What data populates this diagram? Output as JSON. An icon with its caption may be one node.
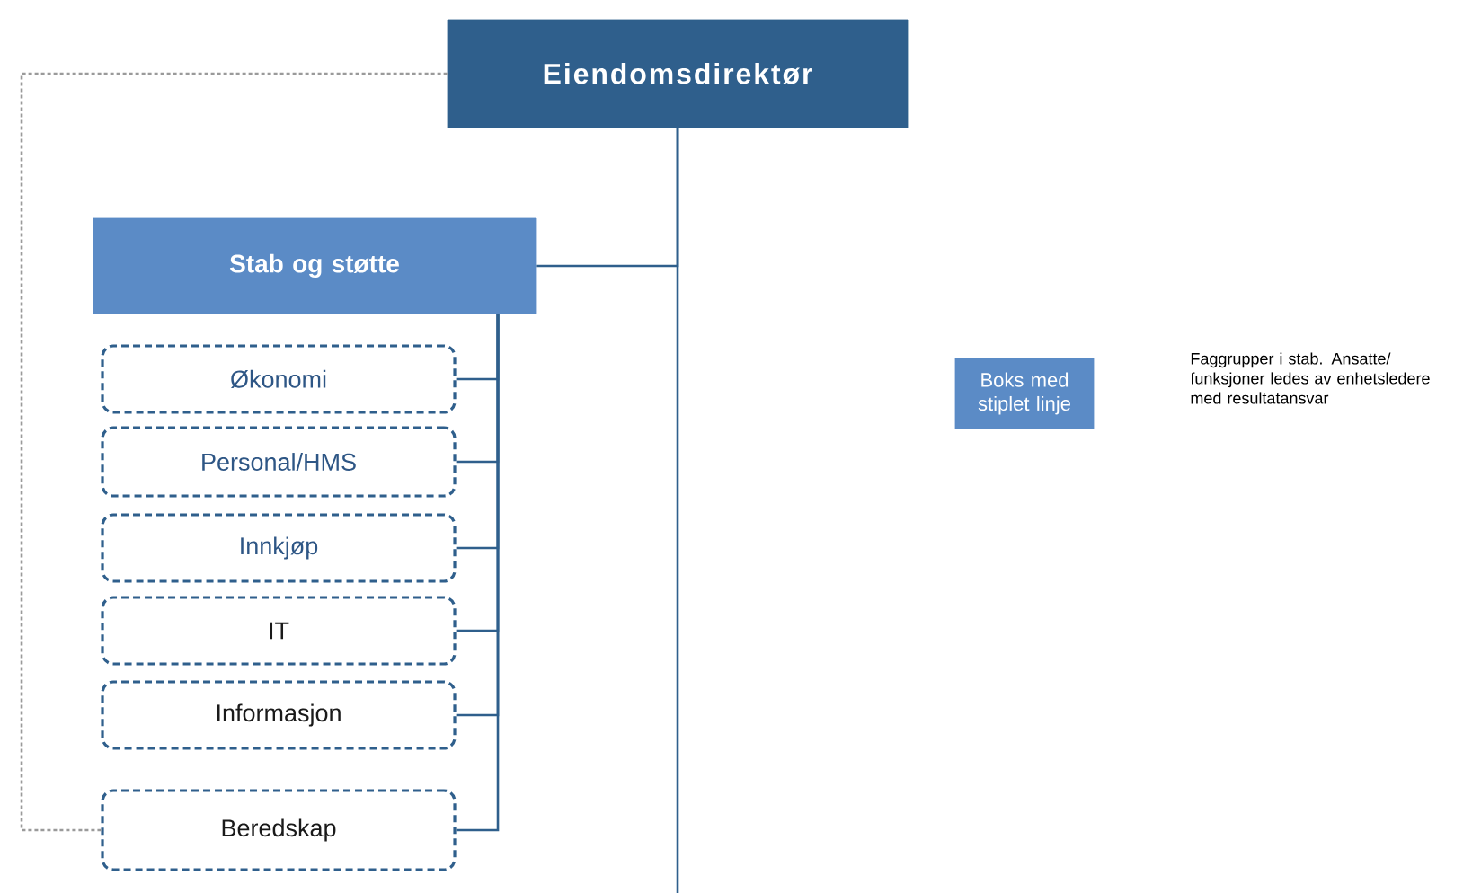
{
  "diagram": {
    "nodes": [
      {
        "text": [
          "Eiendomsdirektør"
        ]
      },
      {
        "text": [
          "Stab og støtte"
        ]
      },
      {
        "text": [
          "Økonomi"
        ]
      },
      {
        "text": [
          "Personal/HMS"
        ]
      },
      {
        "text": [
          "Innkjøp"
        ]
      },
      {
        "text": [
          "IT"
        ]
      },
      {
        "text": [
          "Informasjon"
        ]
      },
      {
        "text": [
          "Beredskap"
        ]
      },
      {
        "text": [
          "Boks med stiplet linje"
        ]
      }
    ],
    "labels": [
      "Faggrupper i stab. Ansatte/ funksjoner ledes av enhetsledere med resultatansvar"
    ],
    "edges": [
      {
        "from": 0,
        "to": 1,
        "arrow": "none"
      },
      {
        "from": 0,
        "to": null,
        "arrow": "none"
      },
      {
        "from": 1,
        "to": 2,
        "arrow": "none"
      },
      {
        "from": 1,
        "to": 3,
        "arrow": "none"
      },
      {
        "from": 1,
        "to": 4,
        "arrow": "none"
      },
      {
        "from": 1,
        "to": 5,
        "arrow": "none"
      },
      {
        "from": 1,
        "to": 6,
        "arrow": "none"
      },
      {
        "from": 1,
        "to": 7,
        "arrow": "none"
      },
      {
        "from": 0,
        "to": 7,
        "arrow": "none",
        "style": "dashed",
        "color": "#9a9a9a"
      }
    ]
  }
}
